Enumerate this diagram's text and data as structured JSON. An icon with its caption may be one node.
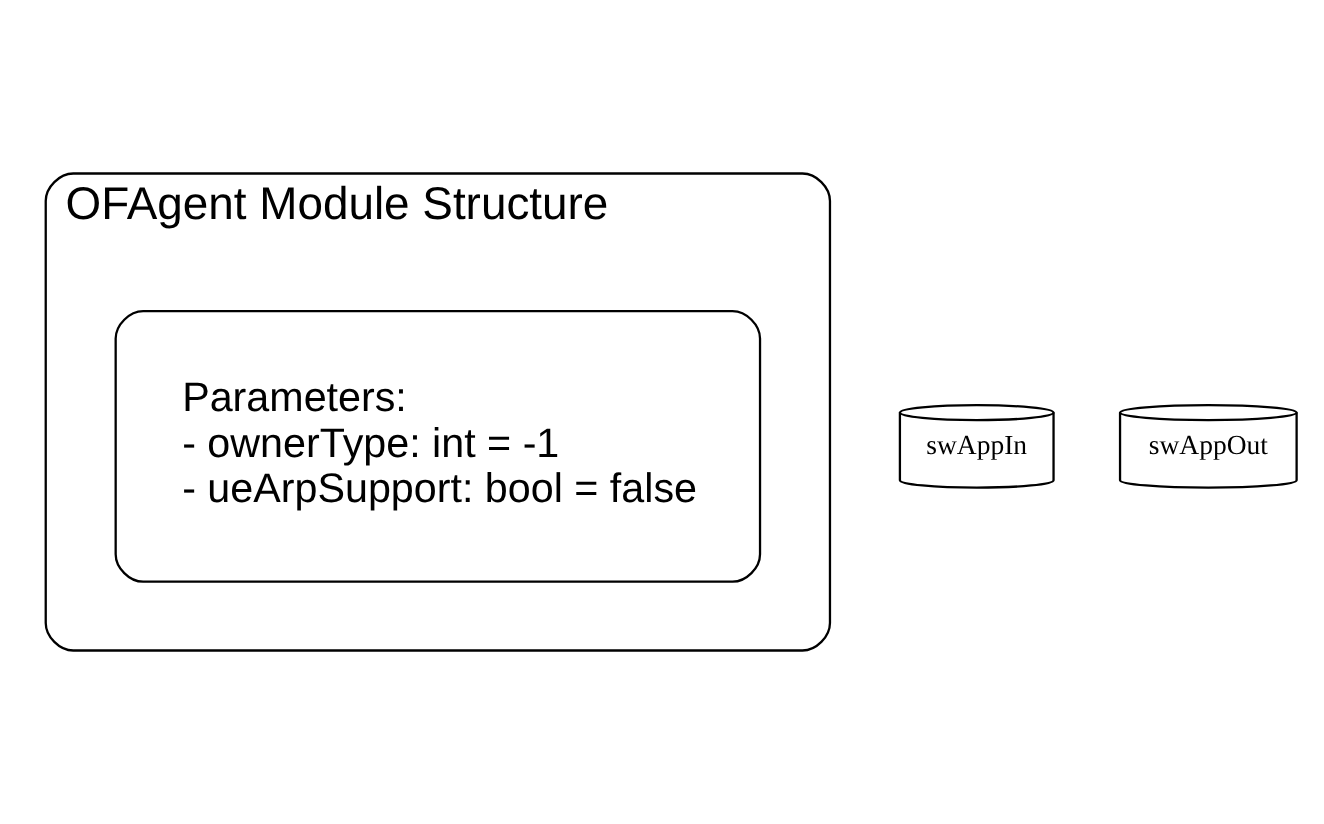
{
  "diagram": {
    "nodes": [
      {
        "text": [
          "OFAgent Module Structure"
        ]
      },
      {
        "text": [
          "Parameters:",
          "- ownerType: int = -1",
          "- ueArpSupport: bool = false"
        ],
        "in": 0
      },
      {
        "text": [
          "swAppIn"
        ]
      },
      {
        "text": [
          "swAppOut"
        ]
      }
    ]
  }
}
